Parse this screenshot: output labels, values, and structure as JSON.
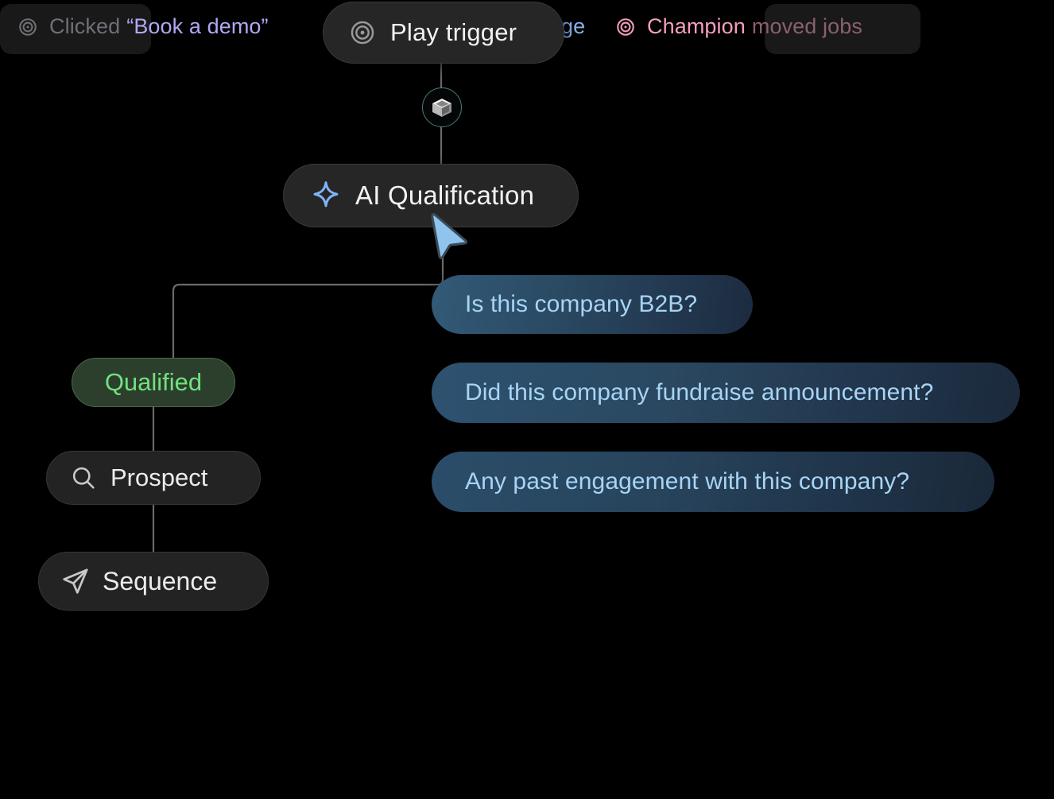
{
  "canvas": {
    "background": "#000000",
    "edge_color": "#6a6a6a"
  },
  "trigger_bar": {
    "chips": [
      {
        "id": "clicked-book-a-demo",
        "icon": "target-icon",
        "icon_color": "#6f6f78",
        "prefix": "Clicked",
        "prefix_color": "#6f6f78",
        "label": "“Book a demo”",
        "label_color": "#b0a8f2"
      },
      {
        "id": "partial-stage-chip",
        "label": "ge",
        "label_color": "#88b4ef"
      },
      {
        "id": "champion-moved-jobs",
        "icon": "target-icon",
        "icon_color": "#f59ec0",
        "label": "Champion",
        "label_color": "#f59ec0",
        "suffix": "moved jobs",
        "suffix_color": "#8b5f70"
      }
    ]
  },
  "play_trigger": {
    "label": "Play trigger",
    "icon": "target-icon",
    "icon_color": "#9a9a9a",
    "background": "#262626"
  },
  "cube_badge": {
    "icon": "cube-icon",
    "ring_color": "#4d7a75"
  },
  "ai_node": {
    "label": "AI Qualification",
    "icon": "sparkle-icon",
    "icon_color": "#7fb4f5",
    "background": "#262626"
  },
  "branch_nodes": [
    {
      "id": "qualified",
      "label": "Qualified",
      "text_color": "#72e07f",
      "background": "#2b3f2c",
      "border_color": "#4a6b4b"
    },
    {
      "id": "prospect",
      "label": "Prospect",
      "icon": "search-icon",
      "icon_color": "#c9c9c9",
      "text_color": "#ececec",
      "background": "#232323"
    },
    {
      "id": "sequence",
      "label": "Sequence",
      "icon": "send-icon",
      "icon_color": "#c9c9c9",
      "text_color": "#ececec",
      "background": "#232323"
    }
  ],
  "question_chips": [
    {
      "id": "q-b2b",
      "label": "Is this company B2B?",
      "text_color": "#a8d4f5"
    },
    {
      "id": "q-fundraise",
      "label": "Did this company fundraise announcement?",
      "text_color": "#a8d4f5"
    },
    {
      "id": "q-engagement",
      "label": "Any past engagement with this company?",
      "text_color": "#a8d4f5"
    }
  ],
  "cursor": {
    "icon": "cursor-arrow-icon",
    "fill": "#8fc4ef",
    "stroke": "#3c4a57"
  }
}
